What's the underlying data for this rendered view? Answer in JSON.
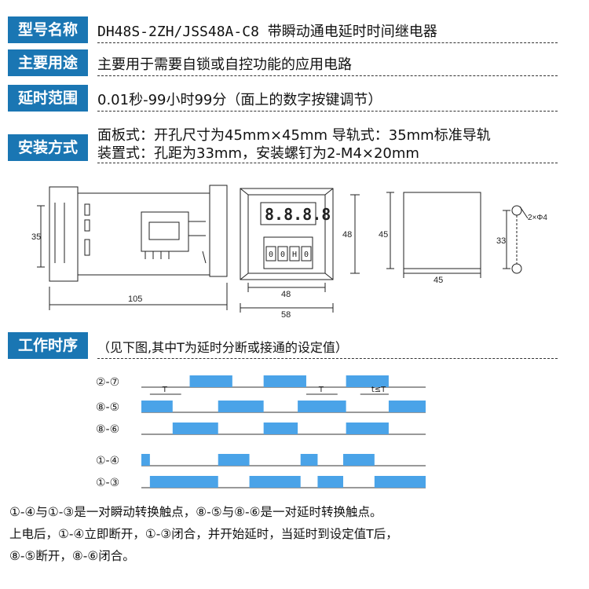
{
  "specs": {
    "model": {
      "label": "型号名称",
      "value": "DH48S-2ZH/JSS48A-C8 带瞬动通电延时时间继电器"
    },
    "usage": {
      "label": "主要用途",
      "value": "主要用于需要自锁或自控功能的应用电路"
    },
    "range": {
      "label": "延时范围",
      "value": "0.01秒-99小时99分（面上的数字按键调节）"
    },
    "install": {
      "label": "安装方式",
      "line1": "面板式：开孔尺寸为45mm×45mm    导轨式：35mm标准导轨",
      "line2": "装置式：孔距为33mm，安装螺钉为2-M4×20mm"
    }
  },
  "drawing": {
    "side_height": "35",
    "side_length": "105",
    "front_display": "8.8.8.8",
    "dial_digits": [
      "0",
      "0",
      "H",
      "0"
    ],
    "front_width_inner": "48",
    "front_width_outer": "58",
    "front_height": "48",
    "cutout_width": "45",
    "cutout_height": "45",
    "hole_spacing": "33",
    "hole_label": "2×Φ4"
  },
  "timing": {
    "label": "工作时序",
    "desc": "（见下图,其中T为延时分断或接通的设定值）",
    "channels": [
      {
        "name": "②-⑦",
        "pulses": [
          [
            0.17,
            0.32
          ],
          [
            0.43,
            0.58
          ],
          [
            0.72,
            0.87
          ]
        ]
      },
      {
        "name": "⑧-⑤",
        "pulses": [
          [
            0.0,
            0.11
          ],
          [
            0.27,
            0.43
          ],
          [
            0.55,
            0.72
          ],
          [
            0.87,
            1.0
          ]
        ]
      },
      {
        "name": "⑧-⑥",
        "pulses": [
          [
            0.11,
            0.27
          ],
          [
            0.43,
            0.55
          ],
          [
            0.72,
            0.87
          ]
        ]
      },
      {
        "name": "①-④",
        "pulses": [
          [
            0.0,
            0.03
          ],
          [
            0.27,
            0.38
          ],
          [
            0.56,
            0.62
          ],
          [
            0.71,
            0.82
          ]
        ]
      },
      {
        "name": "①-③",
        "pulses": [
          [
            0.03,
            0.27
          ],
          [
            0.38,
            0.56
          ],
          [
            0.62,
            0.71
          ],
          [
            0.82,
            1.0
          ]
        ]
      }
    ],
    "markers": [
      "T",
      "T",
      "t≤T"
    ]
  },
  "notes": [
    "①-④与①-③是一对瞬动转换触点，⑧-⑤与⑧-⑥是一对延时转换触点。",
    "上电后，①-④立即断开，①-③闭合，并开始延时，当延时到设定值T后，",
    "⑧-⑤断开，⑧-⑥闭合。"
  ],
  "colors": {
    "badge": "#1a76b3",
    "pulse": "#4aa3e8"
  }
}
